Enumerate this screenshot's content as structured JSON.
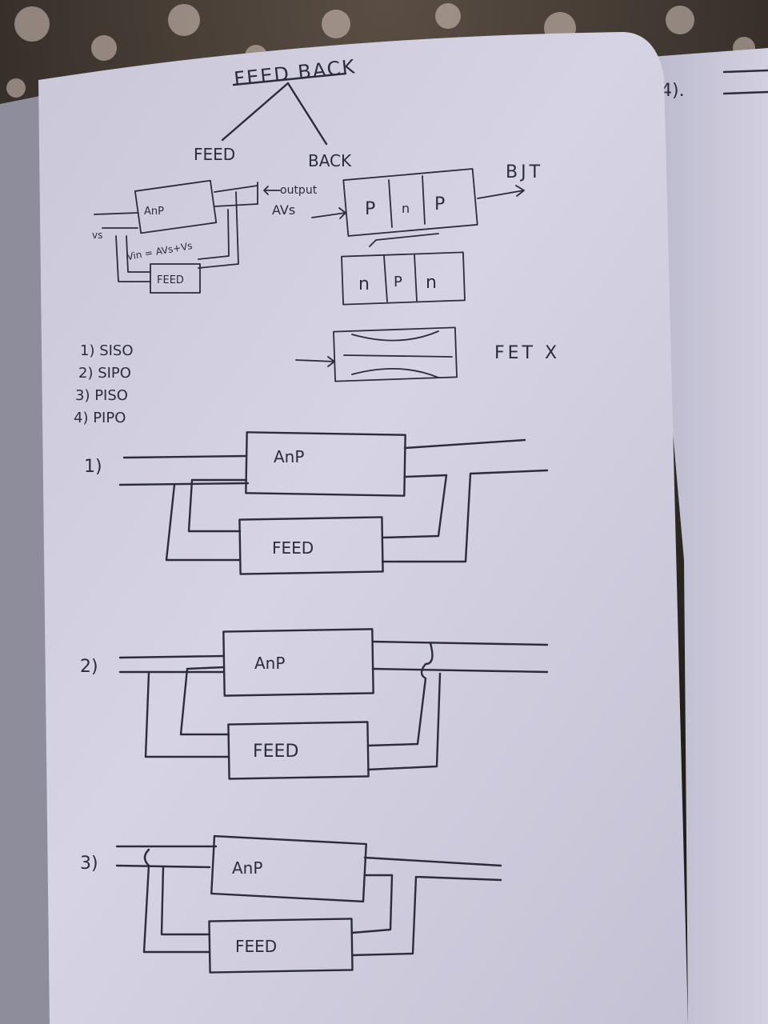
{
  "title": "FEED BACK",
  "branches": {
    "left": "FEED",
    "right": "BACK"
  },
  "top_diagram": {
    "amp_label": "AnP",
    "feed_label": "FEED",
    "vs_label": "vs",
    "vin_label": "Vin = AVs+Vs",
    "output_label": "output",
    "avs_label": "AVs"
  },
  "transistors": {
    "bjt_label": "BJT",
    "pnp_regions": [
      "P",
      "n",
      "P"
    ],
    "npn_regions": [
      "n",
      "P",
      "n"
    ],
    "fet_label": "FET X"
  },
  "feedback_types": [
    "1) SISO",
    "2) SIPO",
    "3) PISO",
    "4) PIPO"
  ],
  "circuits": [
    {
      "number": "1)",
      "amp_label": "AnP",
      "feed_label": "FEED"
    },
    {
      "number": "2)",
      "amp_label": "AnP",
      "feed_label": "FEED"
    },
    {
      "number": "3)",
      "amp_label": "AnP",
      "feed_label": "FEED"
    }
  ],
  "right_page": {
    "margin_note": "4)."
  },
  "colors": {
    "paper": "#d4d2e2",
    "ink": "#2b2d3a",
    "background": "#2a2622"
  }
}
